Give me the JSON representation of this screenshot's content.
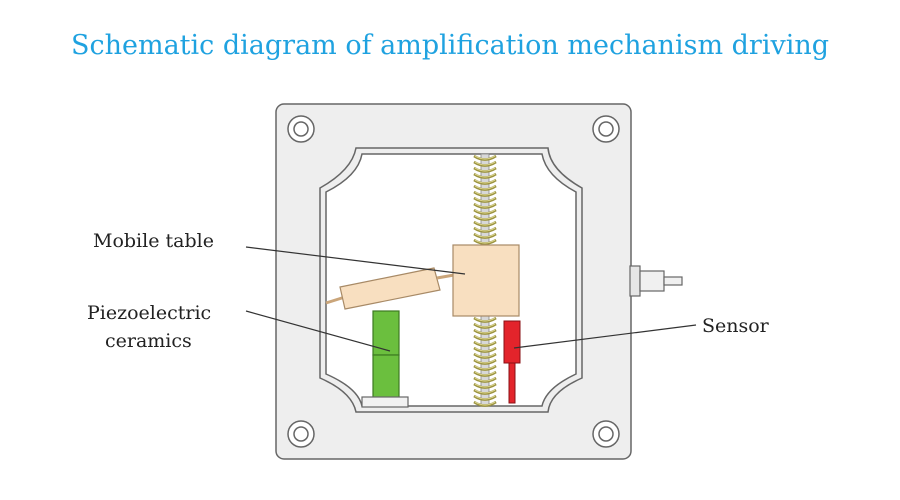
{
  "title": "Schematic diagram of amplification mechanism driving",
  "labels": {
    "mobile_table": "Mobile table",
    "piezo_line1": "Piezoelectric",
    "piezo_line2": "ceramics",
    "sensor": "Sensor"
  },
  "colors": {
    "title": "#1fa2e0",
    "housing": "#eeeeee",
    "outline": "#666666",
    "spring": "#c9c27a",
    "table": "#f8dfc0",
    "piezo": "#6bbf3e",
    "sensor": "#e3242b"
  }
}
